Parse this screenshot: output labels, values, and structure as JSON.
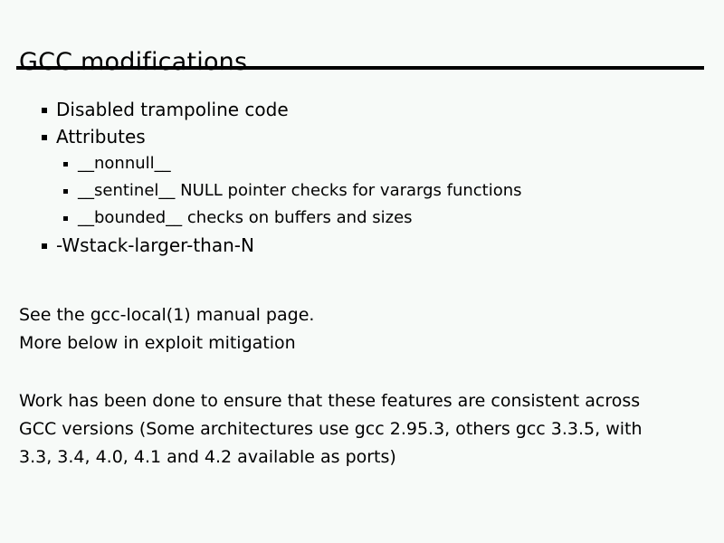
{
  "slide": {
    "title": "GCC modifications",
    "bullets": [
      {
        "level": 1,
        "text": "Disabled trampoline code"
      },
      {
        "level": 1,
        "text": "Attributes"
      },
      {
        "level": 2,
        "text": "__nonnull__"
      },
      {
        "level": 2,
        "text": "__sentinel__ NULL pointer checks for varargs functions"
      },
      {
        "level": 2,
        "text": "__bounded__ checks on buffers and sizes"
      },
      {
        "level": 1,
        "text": "-Wstack-larger-than-N"
      }
    ],
    "paragraph_see": [
      "See the gcc-local(1) manual page.",
      "More below in exploit mitigation"
    ],
    "paragraph_work": [
      "Work has been done to ensure that these features are consistent across",
      "GCC versions (Some architectures use gcc 2.95.3, others gcc 3.3.5, with",
      "3.3, 3.4, 4.0, 4.1 and 4.2 available as ports)"
    ]
  },
  "colors": {
    "background": "#f7faf8",
    "text": "#000000",
    "rule": "#000000"
  }
}
